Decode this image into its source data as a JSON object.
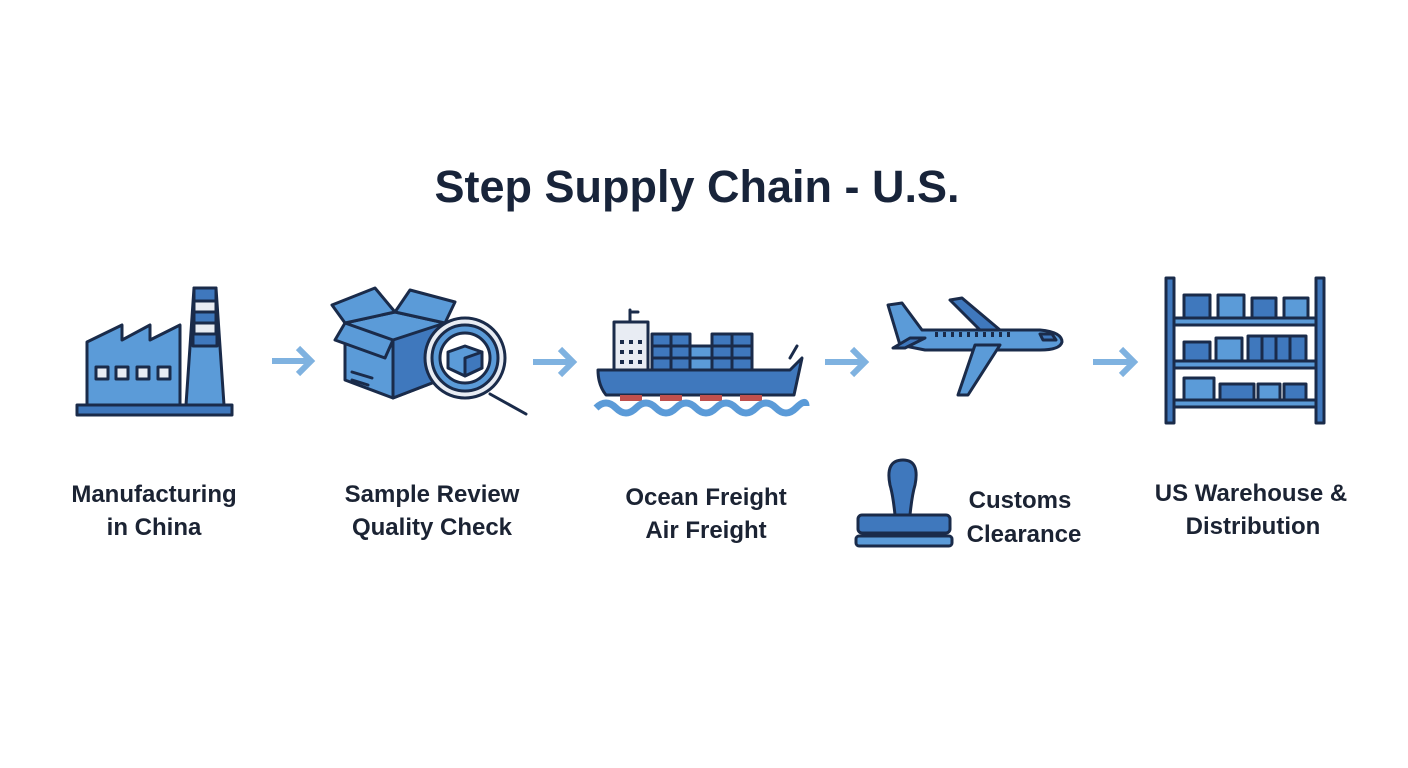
{
  "title": "Step Supply Chain - U.S.",
  "colors": {
    "light_blue": "#5b9bd8",
    "mid_blue": "#3f78bd",
    "outline": "#1a2b4a",
    "arrow": "#7fb2e0",
    "text": "#1b2333"
  },
  "steps": [
    {
      "icon": "factory-icon",
      "lines": [
        "Manufacturing",
        "in China"
      ]
    },
    {
      "icon": "box-magnifier-icon",
      "lines": [
        "Sample Review",
        "Quality Check"
      ]
    },
    {
      "icon": "cargo-ship-icon",
      "lines": [
        "Ocean Freight",
        "Air Freight"
      ]
    },
    {
      "icon": "airplane-icon",
      "secondary_icon": "stamp-icon",
      "lines": [
        "Customs",
        "Clearance"
      ]
    },
    {
      "icon": "warehouse-shelf-icon",
      "lines": [
        "US Warehouse &",
        "Distribution"
      ]
    }
  ]
}
